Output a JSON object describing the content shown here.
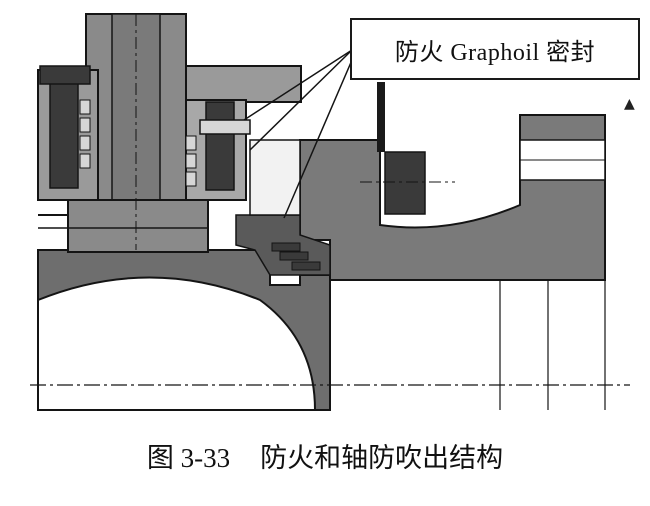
{
  "callout": {
    "label": "防火 Graphoil 密封"
  },
  "caption": {
    "figure_number": "图 3-33",
    "title": "防火和轴防吹出结构"
  },
  "mark": "▲",
  "colors": {
    "section_fill": "#6e6e6e",
    "dark_fill": "#3a3a3a",
    "light_fill": "#d6d6d6",
    "line": "#141414"
  }
}
